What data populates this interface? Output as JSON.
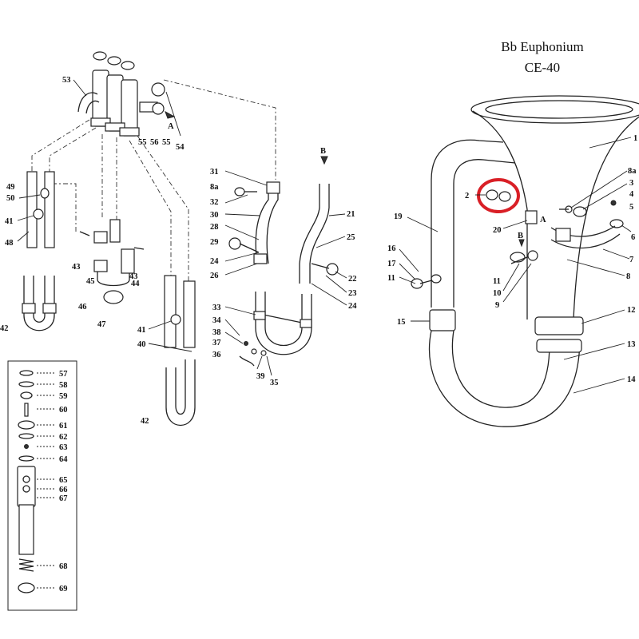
{
  "header": {
    "title_line1": "Bb Euphonium",
    "title_line2": "CE-40"
  },
  "colors": {
    "highlight": "#d91f26",
    "line": "#222222"
  },
  "main_body_labels": [
    {
      "id": "1",
      "text": "1"
    },
    {
      "id": "2",
      "text": "2"
    },
    {
      "id": "3",
      "text": "3"
    },
    {
      "id": "4",
      "text": "4"
    },
    {
      "id": "5",
      "text": "5"
    },
    {
      "id": "6",
      "text": "6"
    },
    {
      "id": "7",
      "text": "7"
    },
    {
      "id": "8",
      "text": "8"
    },
    {
      "id": "8a",
      "text": "8a"
    },
    {
      "id": "9",
      "text": "9"
    },
    {
      "id": "10",
      "text": "10"
    },
    {
      "id": "11a",
      "text": "11"
    },
    {
      "id": "11b",
      "text": "11"
    },
    {
      "id": "12",
      "text": "12"
    },
    {
      "id": "13",
      "text": "13"
    },
    {
      "id": "14",
      "text": "14"
    },
    {
      "id": "15",
      "text": "15"
    },
    {
      "id": "16",
      "text": "16"
    },
    {
      "id": "17",
      "text": "17"
    },
    {
      "id": "19",
      "text": "19"
    },
    {
      "id": "20",
      "text": "20"
    }
  ],
  "valve_section_labels": [
    {
      "id": "53",
      "text": "53"
    },
    {
      "id": "55a",
      "text": "55"
    },
    {
      "id": "56",
      "text": "56"
    },
    {
      "id": "55b",
      "text": "55"
    },
    {
      "id": "54",
      "text": "54"
    },
    {
      "id": "49",
      "text": "49"
    },
    {
      "id": "50",
      "text": "50"
    },
    {
      "id": "41a",
      "text": "41"
    },
    {
      "id": "48",
      "text": "48"
    },
    {
      "id": "43a",
      "text": "43"
    },
    {
      "id": "45",
      "text": "45"
    },
    {
      "id": "44",
      "text": "44"
    },
    {
      "id": "43b",
      "text": "43"
    },
    {
      "id": "46",
      "text": "46"
    },
    {
      "id": "47",
      "text": "47"
    },
    {
      "id": "42a",
      "text": "42"
    },
    {
      "id": "41b",
      "text": "41"
    },
    {
      "id": "40",
      "text": "40"
    },
    {
      "id": "42b",
      "text": "42"
    }
  ],
  "leadpipe_labels": [
    {
      "id": "31",
      "text": "31"
    },
    {
      "id": "8a",
      "text": "8a"
    },
    {
      "id": "32",
      "text": "32"
    },
    {
      "id": "30",
      "text": "30"
    },
    {
      "id": "28",
      "text": "28"
    },
    {
      "id": "29",
      "text": "29"
    },
    {
      "id": "24a",
      "text": "24"
    },
    {
      "id": "26",
      "text": "26"
    },
    {
      "id": "21",
      "text": "21"
    },
    {
      "id": "25",
      "text": "25"
    },
    {
      "id": "22",
      "text": "22"
    },
    {
      "id": "23",
      "text": "23"
    },
    {
      "id": "24b",
      "text": "24"
    },
    {
      "id": "33",
      "text": "33"
    },
    {
      "id": "34",
      "text": "34"
    },
    {
      "id": "38",
      "text": "38"
    },
    {
      "id": "37",
      "text": "37"
    },
    {
      "id": "36",
      "text": "36"
    },
    {
      "id": "39",
      "text": "39"
    },
    {
      "id": "35",
      "text": "35"
    }
  ],
  "piston_parts": [
    "57",
    "58",
    "59",
    "60",
    "61",
    "62",
    "63",
    "64",
    "65",
    "66",
    "67",
    "68",
    "69"
  ],
  "markers": {
    "a": "A",
    "b": "B"
  }
}
